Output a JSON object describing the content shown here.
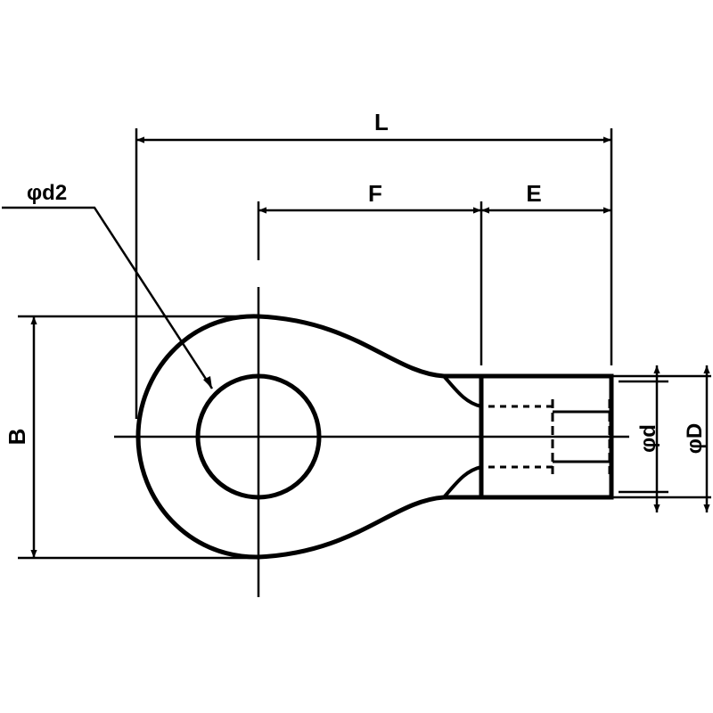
{
  "labels": {
    "L": "L",
    "F": "F",
    "E": "E",
    "B": "B",
    "d2": "φd2",
    "d": "φd",
    "D": "φD"
  },
  "colors": {
    "line": "#000000",
    "background": "#ffffff"
  }
}
